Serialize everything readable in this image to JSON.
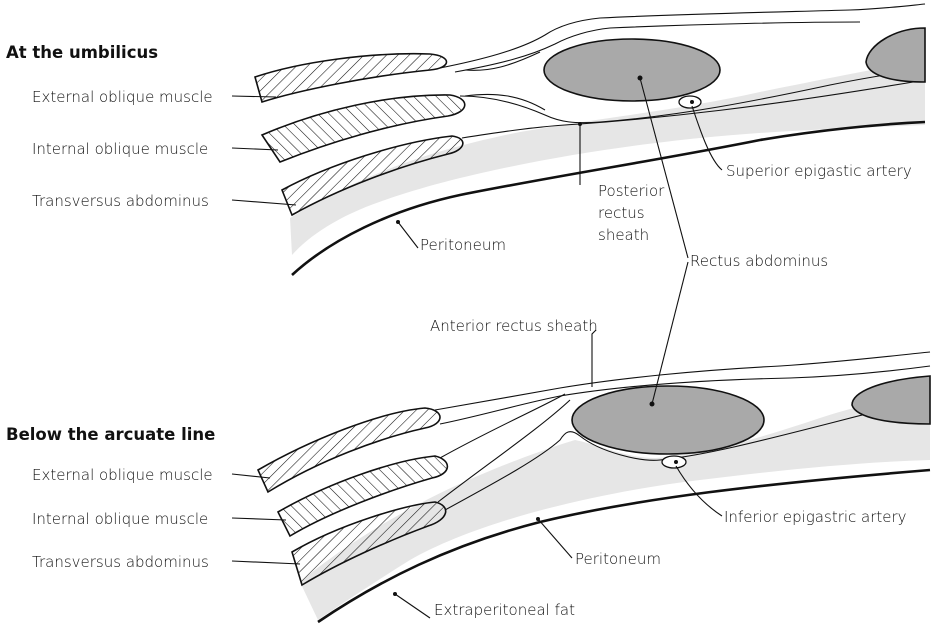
{
  "colors": {
    "muscle_fill": "#a9a9a9",
    "fat_fill": "#e6e6e6",
    "outline": "#111111",
    "background": "#ffffff"
  },
  "top_panel": {
    "heading": "At the umbilicus",
    "labels": {
      "external_oblique": "External oblique muscle",
      "internal_oblique": "Internal oblique muscle",
      "transversus": "Transversus abdominus",
      "peritoneum": "Peritoneum",
      "posterior_sheath_line1": "Posterior",
      "posterior_sheath_line2": "rectus",
      "posterior_sheath_line3": "sheath",
      "superior_epigastic": "Superior epigastic artery"
    }
  },
  "shared": {
    "rectus_abdominus": "Rectus abdominus",
    "anterior_rectus_sheath": "Anterior rectus sheath"
  },
  "bottom_panel": {
    "heading": "Below the arcuate line",
    "labels": {
      "external_oblique": "External oblique muscle",
      "internal_oblique": "Internal oblique muscle",
      "transversus": "Transversus abdominus",
      "peritoneum": "Peritoneum",
      "inferior_epigastric": "Inferior epigastric artery",
      "extraperitoneal_fat": "Extraperitoneal fat"
    }
  }
}
